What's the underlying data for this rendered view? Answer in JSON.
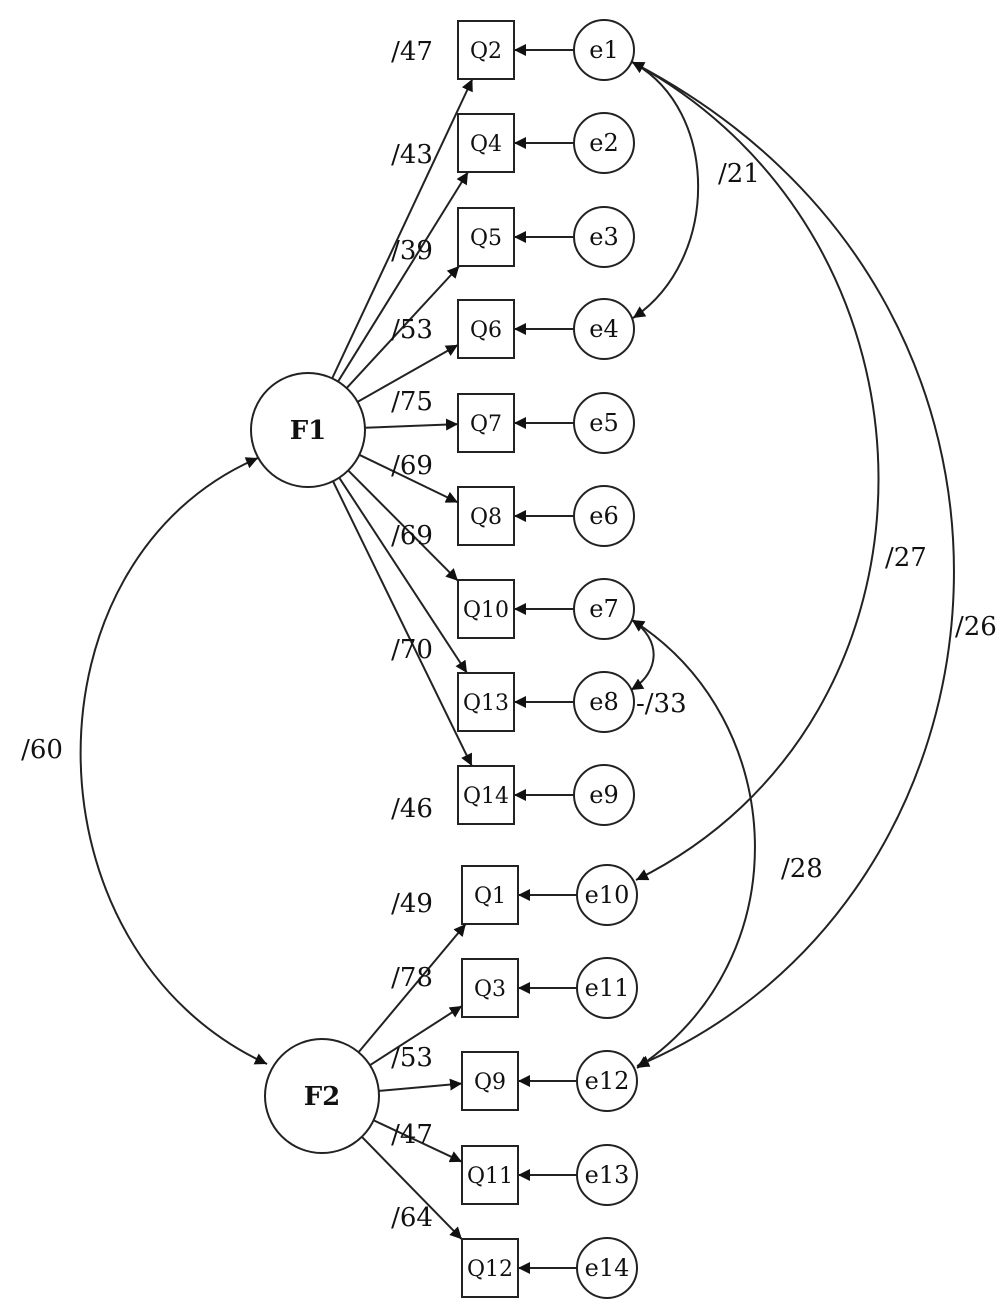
{
  "diagram": {
    "factors": [
      {
        "id": "F1",
        "label": "F1"
      },
      {
        "id": "F2",
        "label": "F2"
      }
    ],
    "items": [
      {
        "id": "Q2",
        "label": "Q2",
        "factor": "F1",
        "loading": "/47",
        "error": "e1"
      },
      {
        "id": "Q4",
        "label": "Q4",
        "factor": "F1",
        "loading": "/43",
        "error": "e2"
      },
      {
        "id": "Q5",
        "label": "Q5",
        "factor": "F1",
        "loading": "/39",
        "error": "e3"
      },
      {
        "id": "Q6",
        "label": "Q6",
        "factor": "F1",
        "loading": "/53",
        "error": "e4"
      },
      {
        "id": "Q7",
        "label": "Q7",
        "factor": "F1",
        "loading": "/75",
        "error": "e5"
      },
      {
        "id": "Q8",
        "label": "Q8",
        "factor": "F1",
        "loading": "/69",
        "error": "e6"
      },
      {
        "id": "Q10",
        "label": "Q10",
        "factor": "F1",
        "loading": "/69",
        "error": "e7"
      },
      {
        "id": "Q13",
        "label": "Q13",
        "factor": "F1",
        "loading": "/70",
        "error": "e8"
      },
      {
        "id": "Q14",
        "label": "Q14",
        "factor": "F1",
        "loading": "/46",
        "error": "e9"
      },
      {
        "id": "Q1",
        "label": "Q1",
        "factor": "F2",
        "loading": "/49",
        "error": "e10"
      },
      {
        "id": "Q3",
        "label": "Q3",
        "factor": "F2",
        "loading": "/78",
        "error": "e11"
      },
      {
        "id": "Q9",
        "label": "Q9",
        "factor": "F2",
        "loading": "/53",
        "error": "e12"
      },
      {
        "id": "Q11",
        "label": "Q11",
        "factor": "F2",
        "loading": "/47",
        "error": "e13"
      },
      {
        "id": "Q12",
        "label": "Q12",
        "factor": "F2",
        "loading": "/64",
        "error": "e14"
      }
    ],
    "factor_correlation": {
      "from": "F1",
      "to": "F2",
      "value": "/60"
    },
    "error_covariances": [
      {
        "from": "e1",
        "to": "e4",
        "value": "/21"
      },
      {
        "from": "e1",
        "to": "e10",
        "value": "/27"
      },
      {
        "from": "e1",
        "to": "e12",
        "value": "/26"
      },
      {
        "from": "e7",
        "to": "e8",
        "value": "-/33"
      },
      {
        "from": "e7",
        "to": "e12",
        "value": "/28"
      }
    ]
  }
}
